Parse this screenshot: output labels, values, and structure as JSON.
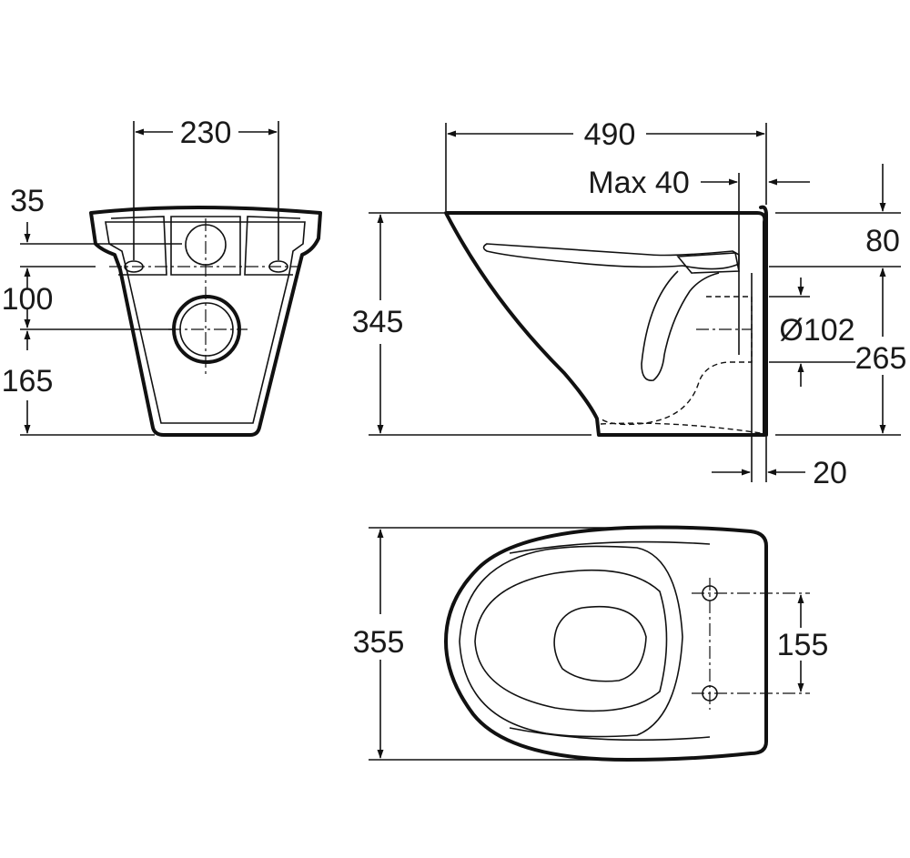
{
  "front_view": {
    "width": "230",
    "top_offset": "35",
    "mid_offset": "100",
    "bottom_offset": "165"
  },
  "side_view": {
    "length": "490",
    "max_wall_gap": "Max 40",
    "top_drop": "80",
    "height": "345",
    "outlet_diameter": "Ø102",
    "outlet_height": "265",
    "wall_distance": "20"
  },
  "top_view": {
    "width": "355",
    "bolt_spacing": "155"
  },
  "colors": {
    "line": "#111111",
    "background": "#ffffff"
  }
}
